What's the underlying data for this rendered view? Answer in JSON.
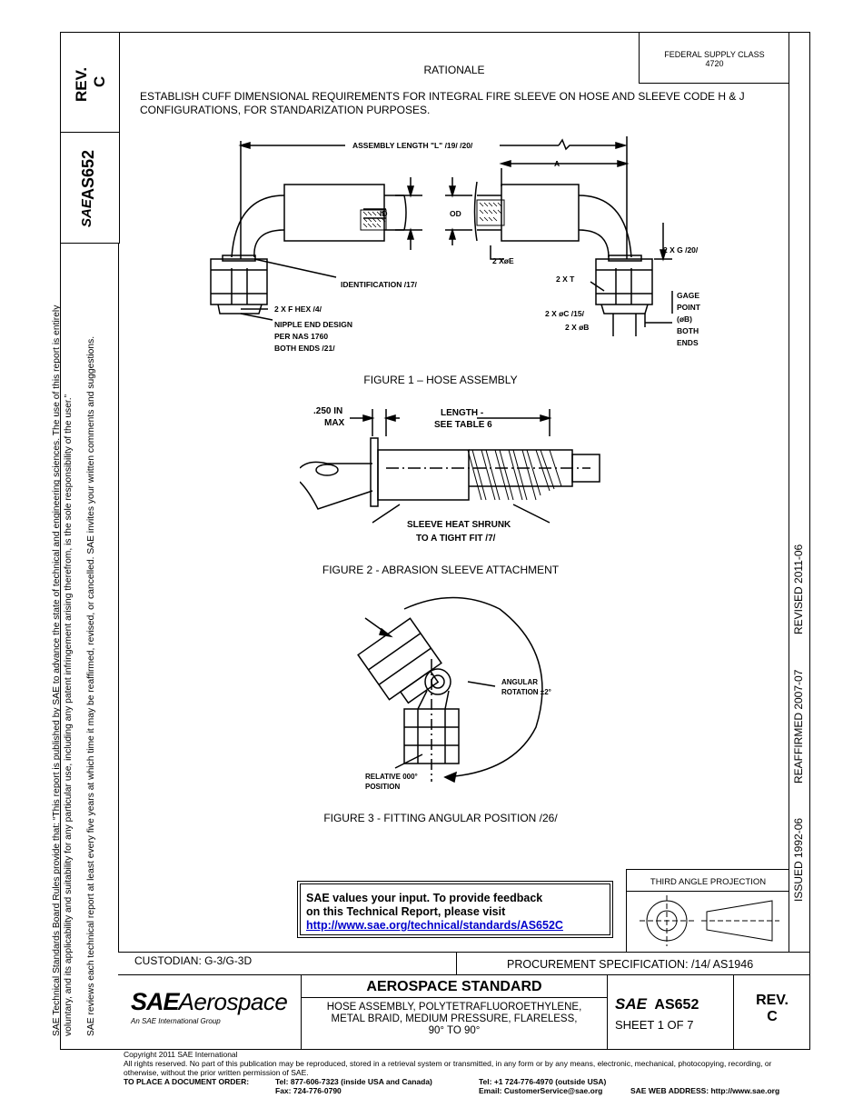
{
  "side_note": {
    "line1": "SAE Technical Standards Board Rules provide that: “This report is published by SAE to advance the state of technical and engineering sciences. The use of this report is entirely",
    "line2": "voluntary, and its applicability and suitability for any particular use, including any patent infringement arising therefrom, is the sole responsibility of the user.”",
    "line3": "SAE reviews each technical report at least every five years at which time it may be reaffirmed, revised, or cancelled. SAE invites your written comments and suggestions."
  },
  "left_column": {
    "rev_label": "REV.",
    "rev_value": "C",
    "doc_logo": "SAE",
    "doc_number": "AS652"
  },
  "header": {
    "federal_supply_class_label": "FEDERAL SUPPLY CLASS",
    "federal_supply_class_value": "4720",
    "rationale_title": "RATIONALE",
    "rationale_text": "ESTABLISH CUFF DIMENSIONAL REQUIREMENTS FOR INTEGRAL FIRE SLEEVE ON HOSE AND SLEEVE CODE H & J CONFIGURATIONS, FOR STANDARIZATION PURPOSES."
  },
  "dates": {
    "issued": "ISSUED 1992-06",
    "reaffirmed": "REAFFIRMED 2007-07",
    "revised": "REVISED 2011-06"
  },
  "figure1": {
    "caption": "FIGURE 1 – HOSE ASSEMBLY",
    "labels": {
      "assembly_length": "ASSEMBLY LENGTH \"L\" /19/ /20/",
      "a": "A",
      "id": "ID",
      "od": "OD",
      "e": "2 XøE",
      "g": "2 X G /20/",
      "t": "2 X T",
      "identification": "IDENTIFICATION /17/",
      "hex": "2 X F HEX /4/",
      "nipple1": "NIPPLE END DESIGN",
      "nipple2": "PER NAS 1760",
      "nipple3": "BOTH ENDS /21/",
      "c": "2 X øC /15/",
      "b": "2 X øB",
      "gage1": "GAGE",
      "gage2": "POINT",
      "gage3": "(øB)",
      "gage4": "BOTH",
      "gage5": "ENDS"
    }
  },
  "figure2": {
    "caption": "FIGURE 2 - ABRASION SLEEVE ATTACHMENT",
    "labels": {
      "max1": ".250 IN",
      "max2": "MAX",
      "length1": "LENGTH -",
      "length2": "SEE TABLE 6",
      "shrink1": "SLEEVE HEAT SHRUNK",
      "shrink2": "TO A TIGHT FIT /7/"
    }
  },
  "figure3": {
    "caption": "FIGURE 3 - FITTING ANGULAR POSITION /26/",
    "labels": {
      "angular1": "ANGULAR",
      "angular2": "ROTATION ±2°",
      "relative1": "RELATIVE 000°",
      "relative2": "POSITION"
    }
  },
  "feedback": {
    "line1": "SAE values your input. To provide feedback",
    "line2": "on this Technical Report, please visit",
    "link": "http://www.sae.org/technical/standards/AS652C"
  },
  "projection": {
    "label": "THIRD ANGLE PROJECTION"
  },
  "title_block": {
    "custodian": "CUSTODIAN: G-3/G-3D",
    "procurement": "PROCUREMENT SPECIFICATION: /14/ AS1946",
    "logo_main": "SAE",
    "logo_word": "Aerospace",
    "logo_sub": "An SAE International Group",
    "standard_type": "AEROSPACE STANDARD",
    "title_line1": "HOSE ASSEMBLY, POLYTETRAFLUOROETHYLENE,",
    "title_line2": "METAL BRAID, MEDIUM PRESSURE, FLARELESS,",
    "title_line3": "90° TO 90°",
    "doc_logo": "SAE",
    "doc_number": "AS652",
    "sheet": "SHEET 1 OF 7",
    "rev_label": "REV.",
    "rev_value": "C"
  },
  "footer": {
    "copyright": "Copyright 2011 SAE International",
    "rights": "All rights reserved. No part of this publication may be reproduced, stored in a retrieval system or transmitted, in any form or by any means, electronic, mechanical, photocopying, recording, or otherwise, without the prior written permission of SAE.",
    "order_label": "TO PLACE A DOCUMENT ORDER:",
    "tel_us": "Tel: 877-606-7323 (inside USA and Canada)",
    "fax": "Fax: 724-776-0790",
    "tel_intl": "Tel: +1 724-776-4970 (outside USA)",
    "email": "Email: CustomerService@sae.org",
    "web": "SAE WEB ADDRESS: http://www.sae.org"
  }
}
